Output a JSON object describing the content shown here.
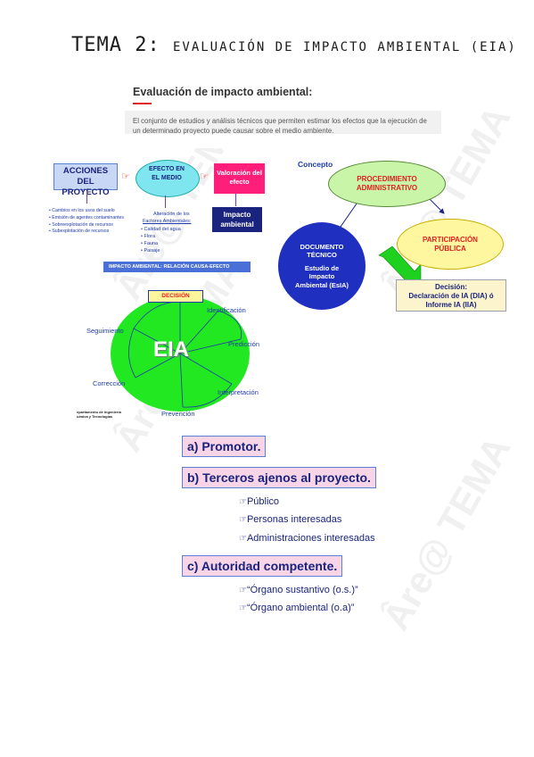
{
  "title": {
    "main": "TEMA 2:",
    "rest": "Evaluación de impacto ambiental (EIA)"
  },
  "definition": {
    "heading": "Evaluación de impacto ambiental:",
    "text": "El conjunto de estudios y análisis técnicos que permiten estimar los efectos que la ejecución de un determinado proyecto puede causar sobre el medio ambiente."
  },
  "flow": {
    "acciones": "ACCIONES DEL PROYECTO",
    "efecto": "EFECTO EN EL MEDIO",
    "valoracion": "Valoración del efecto",
    "impacto": "Impacto ambiental",
    "acciones_list": [
      "Cambios en los usos del suelo",
      "Emisión de agentes contaminantes",
      "Sobreexplotación de recursos",
      "Subexplotación de recursos"
    ],
    "alteracion_title": "Alteración de los",
    "alteracion_sub": "Factores Ambientales:",
    "alteracion_list": [
      "Calidad del agua",
      "Flora",
      "Fauna",
      "Paisaje"
    ]
  },
  "cycle": {
    "banner": "IMPACTO AMBIENTAL: RELACIÓN CAUSA-EFECTO",
    "decision": "DECISIÓN",
    "center": "EIA",
    "labels": {
      "identificacion": "Identificación",
      "prediccion": "Predicción",
      "interpretacion": "Interpretación",
      "prevencion": "Prevención",
      "correccion": "Corrección",
      "seguimiento": "Seguimiento"
    },
    "source": "epartamento de Ingeniería uímica y Tecnologías"
  },
  "concept": {
    "label": "Concepto",
    "procedimiento": "PROCEDIMIENTO ADMINISTRATIVO",
    "participacion": "PARTICIPACIÓN PÚBLICA",
    "documento": "DOCUMENTO TÉCNICO",
    "estudio": "Estudio de Impacto Ambiental (EsIA)",
    "decision_label": "Decisión:",
    "decision_text": "Declaración de IA (DIA) ó Informe IA (IIA)"
  },
  "actors": {
    "a": "a) Promotor.",
    "b": "b) Terceros ajenos al proyecto.",
    "b_items": [
      "Público",
      "Personas interesadas",
      "Administraciones interesadas"
    ],
    "c": "c) Autoridad competente.",
    "c_items": [
      "“Órgano sustantivo (o.s.)”",
      "“Órgano ambiental (o.a)”"
    ]
  },
  "colors": {
    "accent_red": "#e02020",
    "pink_box": "#f7d5e6",
    "navy": "#1a237e",
    "green": "#1fd11f",
    "blue_node": "#1f2fc0"
  }
}
